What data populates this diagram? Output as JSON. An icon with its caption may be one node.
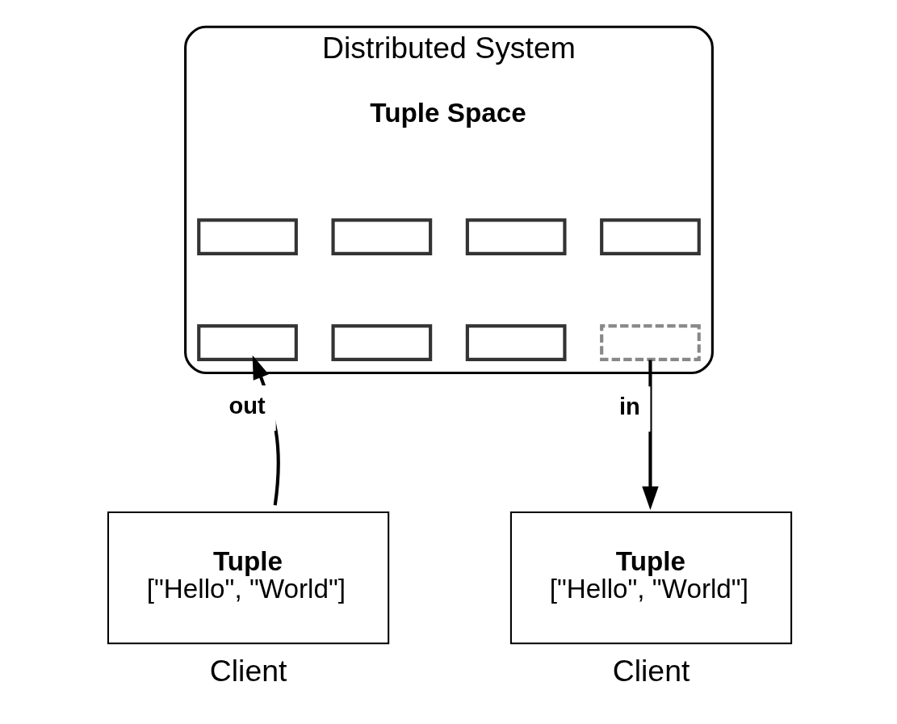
{
  "diagram": {
    "nodes": [
      {
        "text": [
          "Distributed System"
        ]
      },
      {
        "text": [
          "Tuple Space"
        ],
        "in": 0
      },
      {
        "text": [],
        "shape": "box",
        "in": 0
      },
      {
        "text": [],
        "shape": "box",
        "in": 0
      },
      {
        "text": [],
        "shape": "box",
        "in": 0
      },
      {
        "text": [],
        "shape": "box",
        "in": 0
      },
      {
        "text": [],
        "shape": "box",
        "in": 0
      },
      {
        "text": [],
        "shape": "box",
        "in": 0
      },
      {
        "text": [],
        "shape": "box",
        "in": 0
      },
      {
        "text": [],
        "shape": "box",
        "in": 0
      },
      {
        "text": [
          "Tuple",
          "[\"Hello\", \"World\"]"
        ],
        "beside": [
          "Client"
        ]
      },
      {
        "text": [
          "Tuple",
          "[\"Hello\", \"World\"]"
        ],
        "beside": [
          "Client"
        ]
      }
    ],
    "edges": [
      {
        "from": 10,
        "to": 3,
        "arrow": "to",
        "label": "out"
      },
      {
        "from": 9,
        "to": 11,
        "arrow": "to",
        "label": "in"
      }
    ]
  }
}
